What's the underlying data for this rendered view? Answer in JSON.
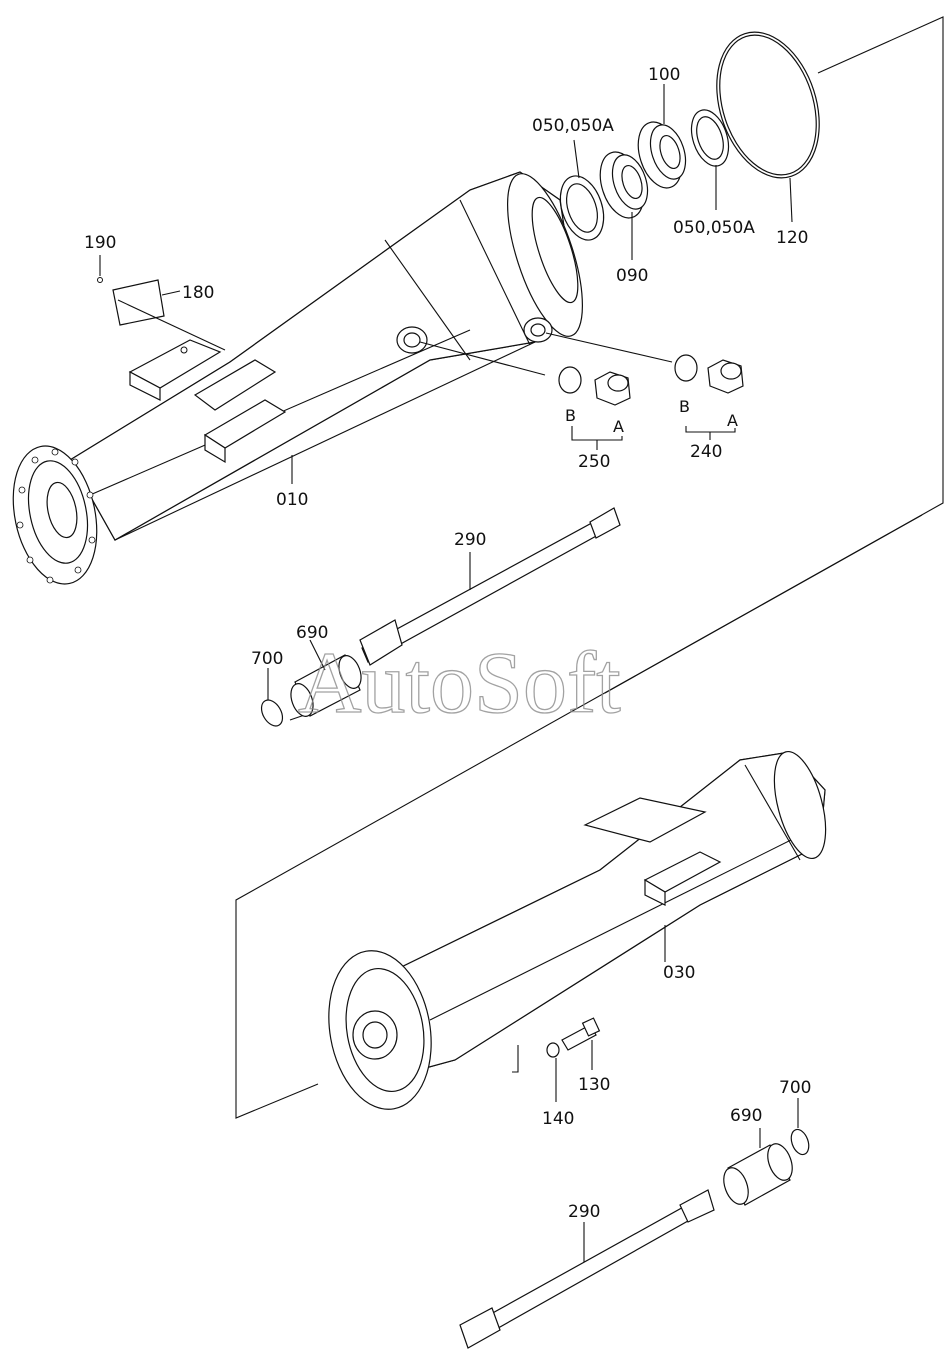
{
  "watermark": "AutoSoft",
  "labels": {
    "p190": "190",
    "p180": "180",
    "p010": "010",
    "p050a": "050,050A",
    "p100": "100",
    "p090": "090",
    "p050b": "050,050A",
    "p120": "120",
    "p250": "250",
    "p240": "240",
    "p250_b": "B",
    "p250_a": "A",
    "p240_b": "B",
    "p240_a": "A",
    "p290_top": "290",
    "p690_top": "690",
    "p700_top": "700",
    "p030": "030",
    "p130": "130",
    "p140": "140",
    "p700_bot": "700",
    "p690_bot": "690",
    "p290_bot": "290"
  }
}
